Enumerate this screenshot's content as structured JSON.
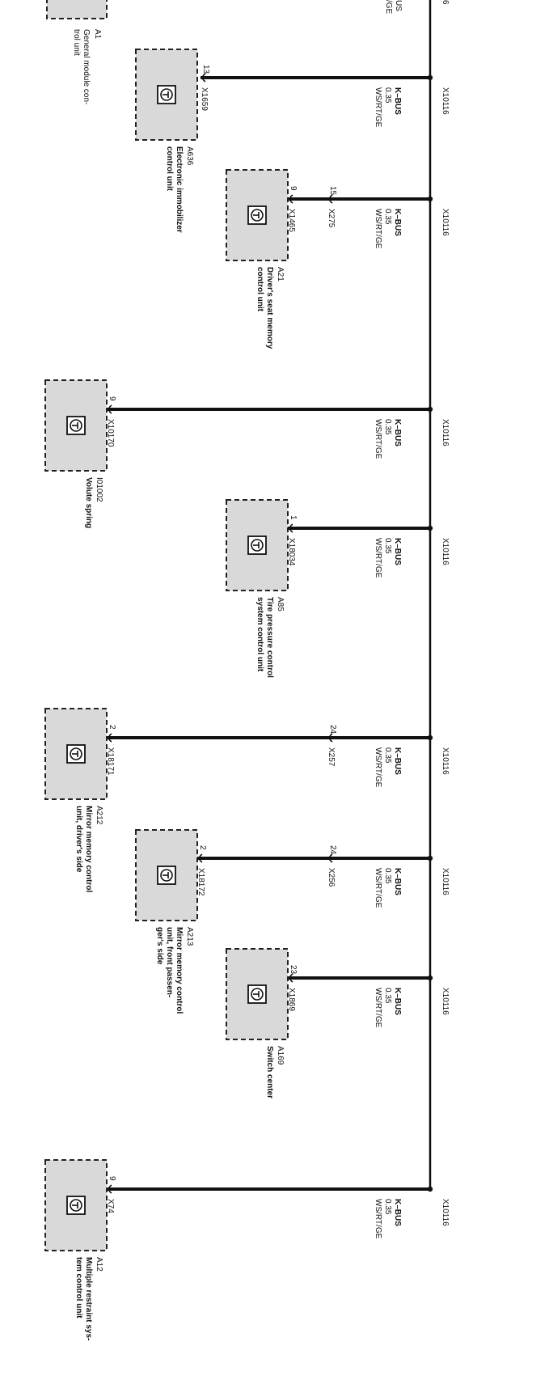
{
  "diagram": {
    "colors": {
      "line": "#111111",
      "box_fill": "#d9d9d9",
      "box_stroke": "#222222"
    },
    "top": {
      "box": {
        "id": "A1",
        "name_lines": [
          "General module con-",
          "trol unit"
        ]
      },
      "bus_lines": [
        "US",
        "/GE"
      ],
      "pin": "6"
    },
    "rows": [
      {
        "connector_main": "X10116",
        "bus_lines": [
          "K–BUS",
          "0.35",
          "WS/RT/GE"
        ],
        "pin": "13",
        "conn": "X1659",
        "pin2": "",
        "conn2": "",
        "module_id": "A636",
        "module_name_lines": [
          "Electronic immobilizer",
          "control unit"
        ]
      },
      {
        "connector_main": "X10116",
        "bus_lines": [
          "K–BUS",
          "0.35",
          "WS/RT/GE"
        ],
        "pin": "9",
        "conn": "X1465",
        "pin2": "15",
        "conn2": "X275",
        "module_id": "A21",
        "module_name_lines": [
          "Driver's seat memory",
          "control unit"
        ]
      },
      {
        "connector_main": "X10116",
        "bus_lines": [
          "K–BUS",
          "0.35",
          "WS/RT/GE"
        ],
        "pin": "9",
        "conn": "X10170",
        "pin2": "",
        "conn2": "",
        "module_id": "I01002",
        "module_name_lines": [
          "Volute spring"
        ]
      },
      {
        "connector_main": "X10116",
        "bus_lines": [
          "K–BUS",
          "0.35",
          "WS/RT/GE"
        ],
        "pin": "1",
        "conn": "X18034",
        "pin2": "",
        "conn2": "",
        "module_id": "A85",
        "module_name_lines": [
          "Tire pressure control",
          "system control unit"
        ]
      },
      {
        "connector_main": "X10116",
        "bus_lines": [
          "K–BUS",
          "0.35",
          "WS/RT/GE"
        ],
        "pin": "2",
        "conn": "X18171",
        "pin2": "24",
        "conn2": "X257",
        "module_id": "A212",
        "module_name_lines": [
          "Mirror memory control",
          "unit, driver's side"
        ]
      },
      {
        "connector_main": "X10116",
        "bus_lines": [
          "K–BUS",
          "0.35",
          "WS/RT/GE"
        ],
        "pin": "2",
        "conn": "X18172",
        "pin2": "24",
        "conn2": "X256",
        "module_id": "A213",
        "module_name_lines": [
          "Mirror memory control",
          "unit, front passen-",
          "ger's side"
        ]
      },
      {
        "connector_main": "X10116",
        "bus_lines": [
          "K–BUS",
          "0.35",
          "WS/RT/GE"
        ],
        "pin": "23",
        "conn": "X1869",
        "pin2": "",
        "conn2": "",
        "module_id": "A169",
        "module_name_lines": [
          "Switch center"
        ]
      },
      {
        "connector_main": "X10116",
        "bus_lines": [
          "K–BUS",
          "0.35",
          "WS/RT/GE"
        ],
        "pin": "9",
        "conn": "X74",
        "pin2": "",
        "conn2": "",
        "module_id": "A12",
        "module_name_lines": [
          "Multiple restraint sys-",
          "tem control unit"
        ]
      }
    ]
  }
}
